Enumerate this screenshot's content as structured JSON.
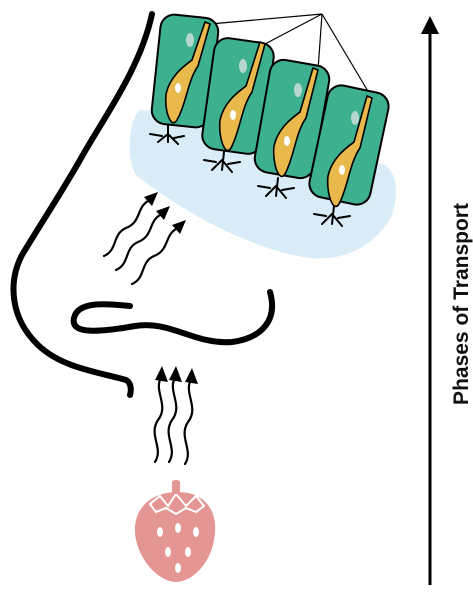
{
  "axis": {
    "label": "Phases of Transport",
    "direction": "upward"
  },
  "colors": {
    "background": "#ffffff",
    "outline": "#000000",
    "supporting_cell": "#3cb08f",
    "supporting_nucleus": "#b6d7cf",
    "neuron": "#e9b94b",
    "neuron_nucleus": "#ffffff",
    "mucus_layer": "#d9ecf8",
    "strawberry": "#e49694",
    "strawberry_seed": "#ffffff"
  },
  "icons": [
    "nose-outline",
    "nasal-turbinate",
    "odor-waves-lower",
    "odor-waves-upper",
    "olfactory-epithelium",
    "strawberry-icon",
    "upward-arrow"
  ]
}
